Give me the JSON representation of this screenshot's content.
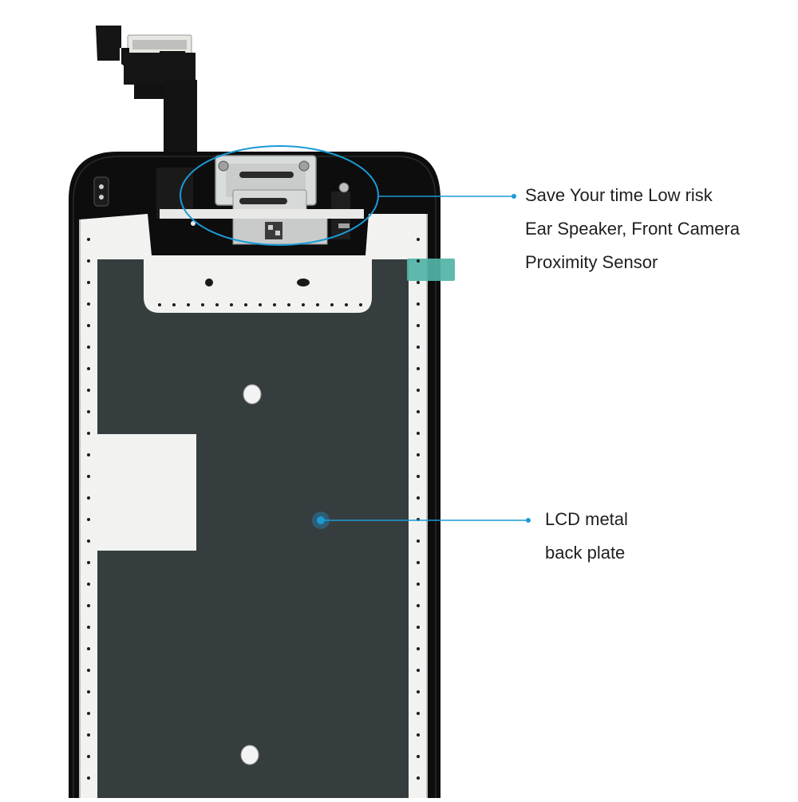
{
  "colors": {
    "accent": "#1a9bd6",
    "metal_plate": "#363d3f",
    "bracket": "#f2f3f1",
    "frame": "#0d0d0d",
    "shield": "#d9dcdc",
    "tape": "#52b3a6",
    "text": "#1f1f1f"
  },
  "callouts": {
    "top": {
      "lines": [
        "Save Your time Low risk",
        "Ear Speaker, Front Camera",
        "Proximity Sensor"
      ]
    },
    "bottom": {
      "lines": [
        "LCD metal",
        "back plate"
      ]
    }
  },
  "icons": {
    "top_marker": "highlight-ellipse",
    "bottom_marker": "hotspot-dot"
  }
}
